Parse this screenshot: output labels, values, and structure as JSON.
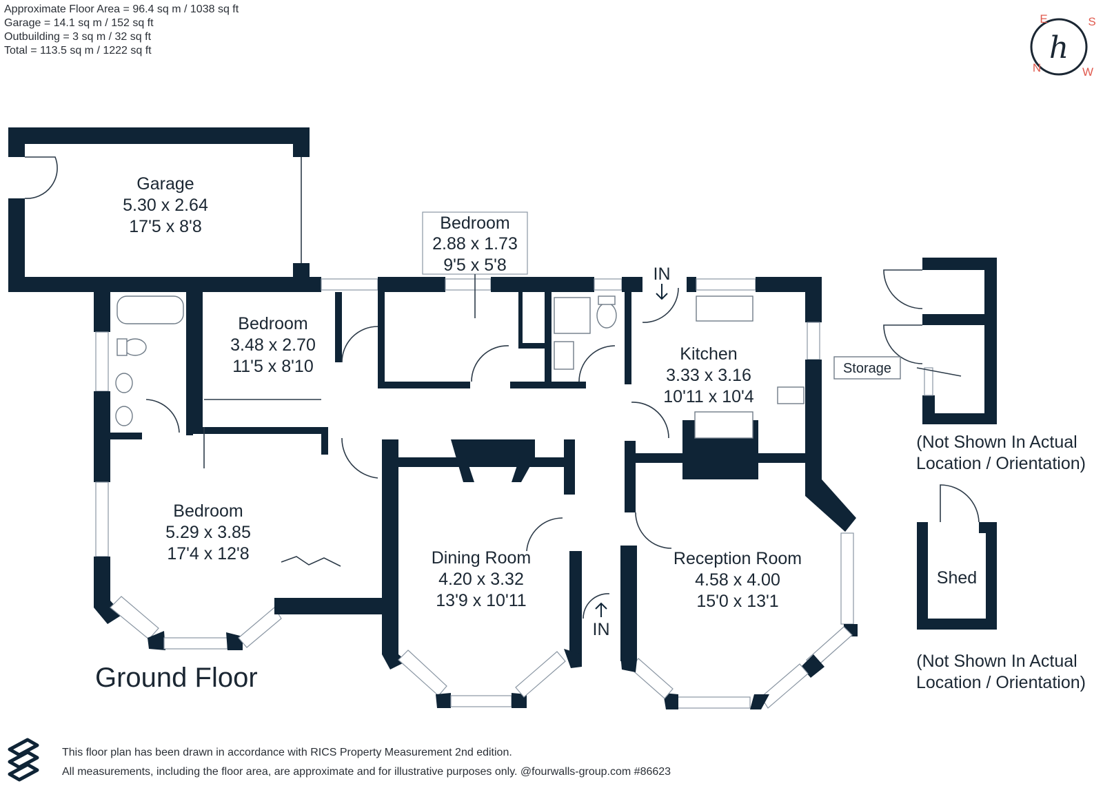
{
  "areas": [
    "Approximate Floor Area = 96.4 sq m / 1038 sq ft",
    "Garage = 14.1 sq m / 152 sq ft",
    "Outbuilding = 3 sq m / 32 sq ft",
    "Total = 113.5 sq m / 1222 sq ft"
  ],
  "compass": {
    "e": "E",
    "s": "S",
    "n": "N",
    "w": "W",
    "monogram": "h"
  },
  "rooms": {
    "garage": {
      "name": "Garage",
      "metric": "5.30 x 2.64",
      "imperial": "17'5 x 8'8"
    },
    "bedroom_small": {
      "name": "Bedroom",
      "metric": "2.88 x 1.73",
      "imperial": "9'5 x 5'8"
    },
    "bedroom_2": {
      "name": "Bedroom",
      "metric": "3.48 x 2.70",
      "imperial": "11'5 x 8'10"
    },
    "kitchen": {
      "name": "Kitchen",
      "metric": "3.33 x 3.16",
      "imperial": "10'11 x 10'4"
    },
    "bedroom_main": {
      "name": "Bedroom",
      "metric": "5.29 x 3.85",
      "imperial": "17'4 x 12'8"
    },
    "dining": {
      "name": "Dining Room",
      "metric": "4.20 x 3.32",
      "imperial": "13'9 x 10'11"
    },
    "reception": {
      "name": "Reception Room",
      "metric": "4.58 x 4.00",
      "imperial": "15'0 x 13'1"
    },
    "storage": {
      "name": "Storage"
    },
    "shed": {
      "name": "Shed"
    }
  },
  "entrances": {
    "kitchen": "IN",
    "front": "IN"
  },
  "notes": {
    "storage_line1": "(Not Shown In Actual",
    "storage_line2": "Location / Orientation)",
    "shed_line1": "(Not Shown In Actual",
    "shed_line2": "Location / Orientation)"
  },
  "floor_title": "Ground Floor",
  "footer": {
    "line1": "This floor plan has been drawn in accordance with RICS Property Measurement 2nd edition.",
    "line2": "All measurements, including the floor area, are approximate and for illustrative purposes only. @fourwalls-group.com #86623"
  },
  "colors": {
    "wall": "#0f2436",
    "compass_letters": "#e05a4e"
  }
}
